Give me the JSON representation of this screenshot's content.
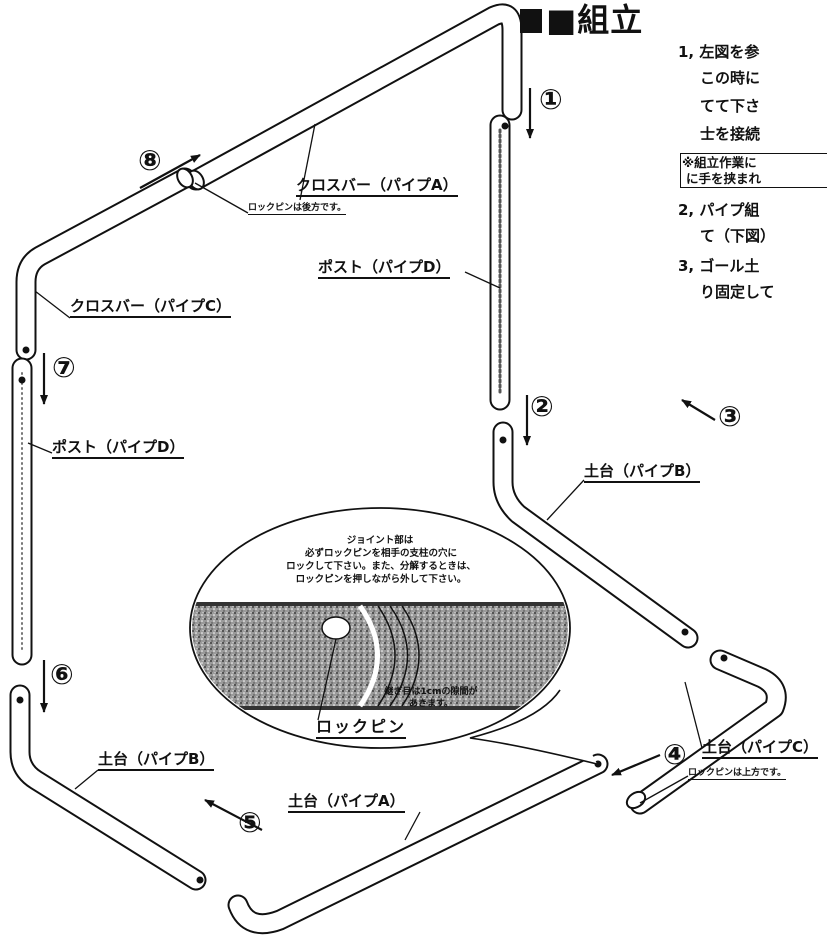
{
  "title": "■組立",
  "instructions": {
    "step1_line1": "1, 左図を参",
    "step1_line2": "この時に",
    "step1_line3": "てて下さ",
    "step1_line4": "士を接続",
    "note_line1": "※組立作業に",
    "note_line2": "に手を挟まれ",
    "step2_line1": "2, パイプ組",
    "step2_line2": "て（下図）",
    "step3_line1": "3, ゴール土",
    "step3_line2": "り固定して"
  },
  "labels": {
    "crossbar_a": "クロスバー（パイプA）",
    "crossbar_c": "クロスバー（パイプC）",
    "post_d_right": "ポスト（パイプD）",
    "post_d_left": "ポスト（パイプD）",
    "base_b_right": "土台（パイプB）",
    "base_b_left": "土台（パイプB）",
    "base_a": "土台（パイプA）",
    "base_c": "土台（パイプC）",
    "lockpin_back": "ロックピンは後方です。",
    "lockpin_up": "ロックピンは上方です。"
  },
  "steps": [
    "①",
    "②",
    "③",
    "④",
    "⑤",
    "⑥",
    "⑦",
    "⑧"
  ],
  "detail": {
    "joint_line1": "ジョイント部は",
    "joint_line2": "必ずロックピンを相手の支柱の穴に",
    "joint_line3": "ロックして下さい。また、分解するときは、",
    "joint_line4": "ロックピンを押しながら外して下さい。",
    "gap_line1": "継ぎ目は1cmの隙間が",
    "gap_line2": "あきます。",
    "lockpin_label": "ロックピン"
  }
}
